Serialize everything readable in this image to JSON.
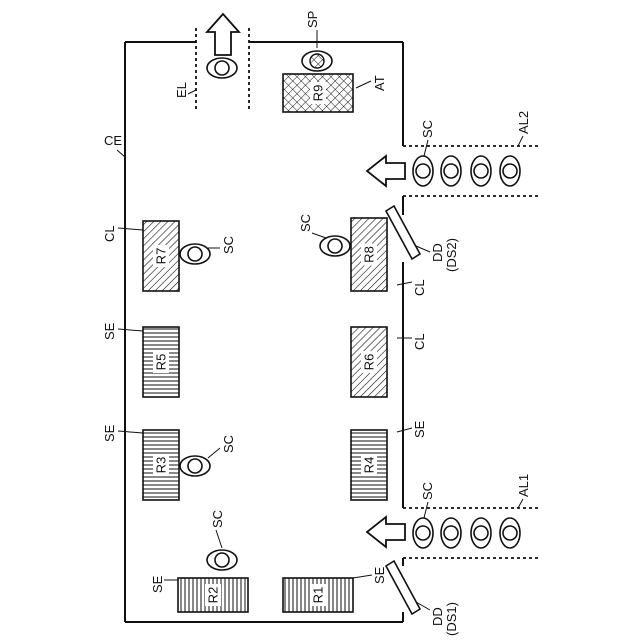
{
  "regions": [
    {
      "id": "R1",
      "label": "R1",
      "pattern": "vertical-lines",
      "tag": "SE"
    },
    {
      "id": "R2",
      "label": "R2",
      "pattern": "horizontal-lines",
      "tag": "SE"
    },
    {
      "id": "R3",
      "label": "R3",
      "pattern": "horizontal-lines",
      "tag": "SE"
    },
    {
      "id": "R4",
      "label": "R4",
      "pattern": "horizontal-lines",
      "tag": "SE"
    },
    {
      "id": "R5",
      "label": "R5",
      "pattern": "horizontal-lines",
      "tag": "SE"
    },
    {
      "id": "R6",
      "label": "R6",
      "pattern": "diagonal-hatch",
      "tag": "CL"
    },
    {
      "id": "R7",
      "label": "R7",
      "pattern": "diagonal-hatch",
      "tag": "CL"
    },
    {
      "id": "R8",
      "label": "R8",
      "pattern": "diagonal-hatch",
      "tag": "CL"
    },
    {
      "id": "R9",
      "label": "R9",
      "pattern": "cross-hatch",
      "tag": "AT"
    }
  ],
  "labels": {
    "enclosure": "CE",
    "exit_lane": "EL",
    "special_person": "SP",
    "attendant_area": "AT",
    "arrival_lane_1": "AL1",
    "arrival_lane_2": "AL2",
    "door_1": "DD",
    "door_1_sub": "(DS1)",
    "door_2": "DD",
    "door_2_sub": "(DS2)",
    "customer": "SC",
    "cl": "CL",
    "se": "SE"
  },
  "colors": {
    "stroke": "#111111",
    "background": "#ffffff"
  }
}
